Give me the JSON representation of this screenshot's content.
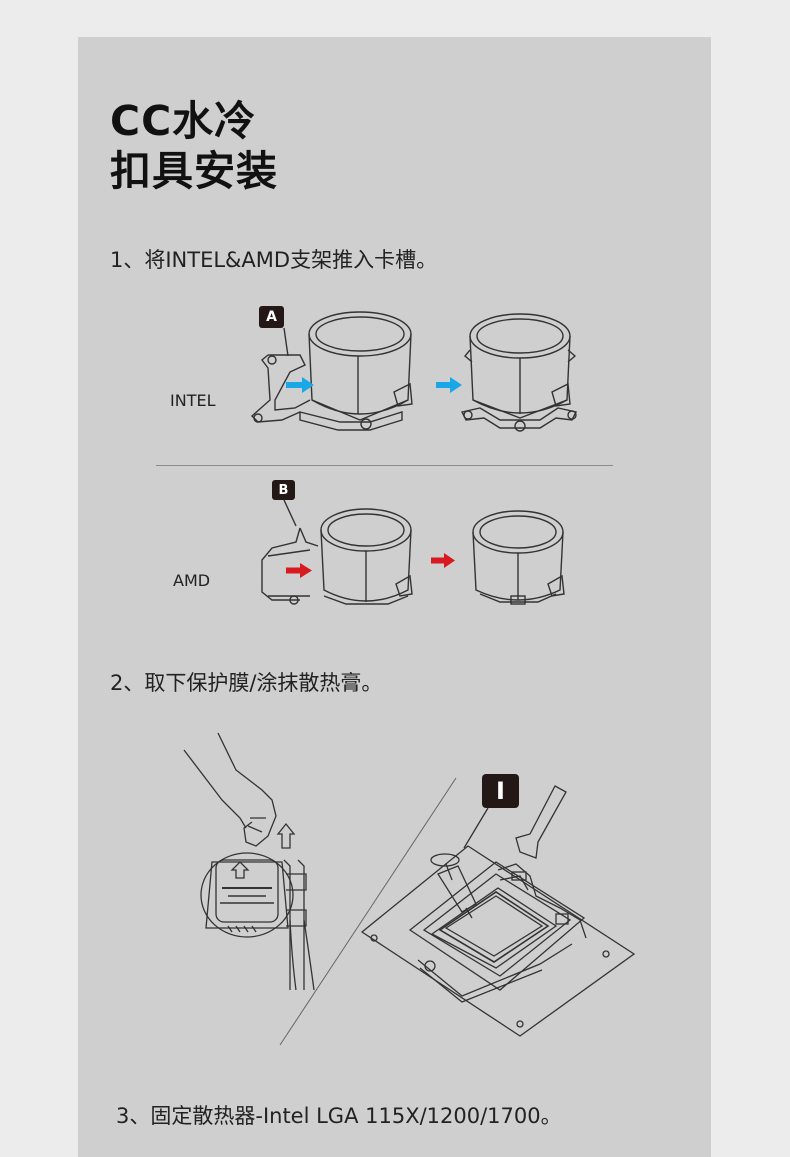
{
  "title": {
    "line1": "CC水冷",
    "line2": "扣具安装"
  },
  "steps": [
    "1、将INTEL&AMD支架推入卡槽。",
    "2、取下保护膜/涂抹散热膏。",
    "3、固定散热器-Intel LGA 115X/1200/1700。"
  ],
  "labels": {
    "intel": "INTEL",
    "amd": "AMD",
    "badge_a": "A",
    "badge_b": "B",
    "badge_i": "I"
  },
  "colors": {
    "card_bg": "#cfcfcf",
    "intel_arrow": "#1aa7e8",
    "amd_arrow": "#d71920",
    "badge": "#231815"
  }
}
